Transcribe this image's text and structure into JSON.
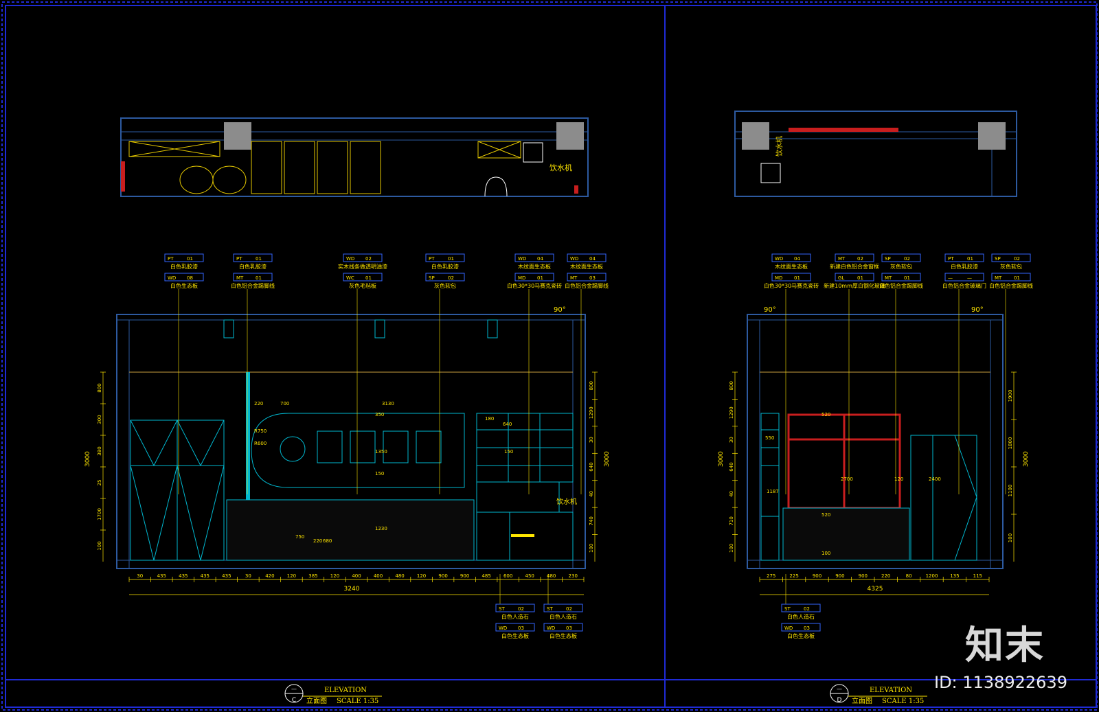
{
  "colors": {
    "background": "#000000",
    "frame": "#1f2bd6",
    "wall": "#2d5aa0",
    "cabinet": "#00b8d0",
    "dimension": "#ffe600",
    "highlight": "#e6c900",
    "door_red": "#c81e1e",
    "column_grey": "#8c8c8c",
    "tag_border": "#3366ff"
  },
  "watermark": {
    "brand": "知末",
    "id": "ID: 1138922639"
  },
  "drawings": [
    {
      "key": "C",
      "title_en": "ELEVATION",
      "title_cn": "立面图",
      "scale": "SCALE 1:35",
      "marker_top": "—",
      "marker_letter": "C",
      "plan_label": "饮水机",
      "counter_label": "饮水机",
      "angle_label": "90°",
      "overall_width": "3240",
      "overall_height": "3000",
      "bottom_dims": [
        "30",
        "435",
        "435",
        "435",
        "435",
        "30",
        "420",
        "120",
        "385",
        "120",
        "400",
        "400",
        "480",
        "120",
        "900",
        "900",
        "485",
        "600",
        "450",
        "480",
        "230"
      ],
      "left_dims": [
        "800",
        "300",
        "380",
        "25",
        "1700",
        "100"
      ],
      "right_dims": [
        "800",
        "1290",
        "30",
        "640",
        "40",
        "740",
        "100"
      ],
      "inner_dims": [
        "220",
        "700",
        "3130",
        "R750",
        "R600",
        "350",
        "1350",
        "150",
        "1230",
        "640",
        "180",
        "150",
        "680",
        "750",
        "220"
      ],
      "top_tags": [
        {
          "code1": "PT",
          "num1": "01",
          "text1": "白色乳胶漆",
          "code2": "WD",
          "num2": "08",
          "text2": "白色生态板"
        },
        {
          "code1": "PT",
          "num1": "01",
          "text1": "白色乳胶漆",
          "code2": "MT",
          "num2": "01",
          "text2": "白色铝合金踢脚线"
        },
        {
          "code1": "WD",
          "num1": "02",
          "text1": "实木线条做透明油漆",
          "code2": "WC",
          "num2": "01",
          "text2": "灰色毛毡板"
        },
        {
          "code1": "PT",
          "num1": "01",
          "text1": "白色乳胶漆",
          "code2": "SP",
          "num2": "02",
          "text2": "灰色软包"
        },
        {
          "code1": "WD",
          "num1": "04",
          "text1": "木纹面生态板",
          "code2": "MD",
          "num2": "01",
          "text2": "白色30*30马赛克瓷砖"
        },
        {
          "code1": "WD",
          "num1": "04",
          "text1": "木纹面生态板",
          "code2": "MT",
          "num2": "03",
          "text2": "白色铝合金踢脚线"
        }
      ],
      "bottom_tags": [
        {
          "code1": "ST",
          "num1": "02",
          "text1": "白色人造石",
          "code2": "WD",
          "num2": "03",
          "text2": "白色生态板"
        },
        {
          "code1": "ST",
          "num1": "02",
          "text1": "白色人造石",
          "code2": "WD",
          "num2": "03",
          "text2": "白色生态板"
        }
      ]
    },
    {
      "key": "D",
      "title_en": "ELEVATION",
      "title_cn": "立面图",
      "scale": "SCALE 1:35",
      "marker_top": "—",
      "marker_letter": "D",
      "plan_label": "饮水机",
      "angle_label_l": "90°",
      "angle_label_r": "90°",
      "overall_width": "4325",
      "overall_height": "3000",
      "bottom_dims": [
        "275",
        "225",
        "900",
        "900",
        "900",
        "220",
        "80",
        "1200",
        "135",
        "115"
      ],
      "left_dims": [
        "800",
        "1290",
        "30",
        "640",
        "40",
        "710",
        "100"
      ],
      "right_dims": [
        "1900",
        "1800",
        "1100",
        "100"
      ],
      "inner_dims": [
        "550",
        "1187",
        "520",
        "2700",
        "120",
        "520",
        "2400",
        "100"
      ],
      "top_tags": [
        {
          "code1": "WD",
          "num1": "04",
          "text1": "木纹面生态板",
          "code2": "MD",
          "num2": "01",
          "text2": "白色30*30马赛克瓷砖"
        },
        {
          "code1": "MT",
          "num1": "02",
          "text1": "新建白色铝合金窗框",
          "code2": "GL",
          "num2": "01",
          "text2": "新建10mm厚白钢化玻璃"
        },
        {
          "code1": "SP",
          "num1": "02",
          "text1": "灰色软包",
          "code2": "MT",
          "num2": "01",
          "text2": "白色铝合金踢脚线"
        },
        {
          "code1": "PT",
          "num1": "01",
          "text1": "白色乳胶漆",
          "code2": "—",
          "num2": "—",
          "text2": "白色铝合金玻璃门"
        },
        {
          "code1": "SP",
          "num1": "02",
          "text1": "灰色软包",
          "code2": "MT",
          "num2": "01",
          "text2": "白色铝合金踢脚线"
        }
      ],
      "bottom_tags": [
        {
          "code1": "ST",
          "num1": "02",
          "text1": "白色人造石",
          "code2": "WD",
          "num2": "03",
          "text2": "白色生态板"
        }
      ]
    }
  ]
}
